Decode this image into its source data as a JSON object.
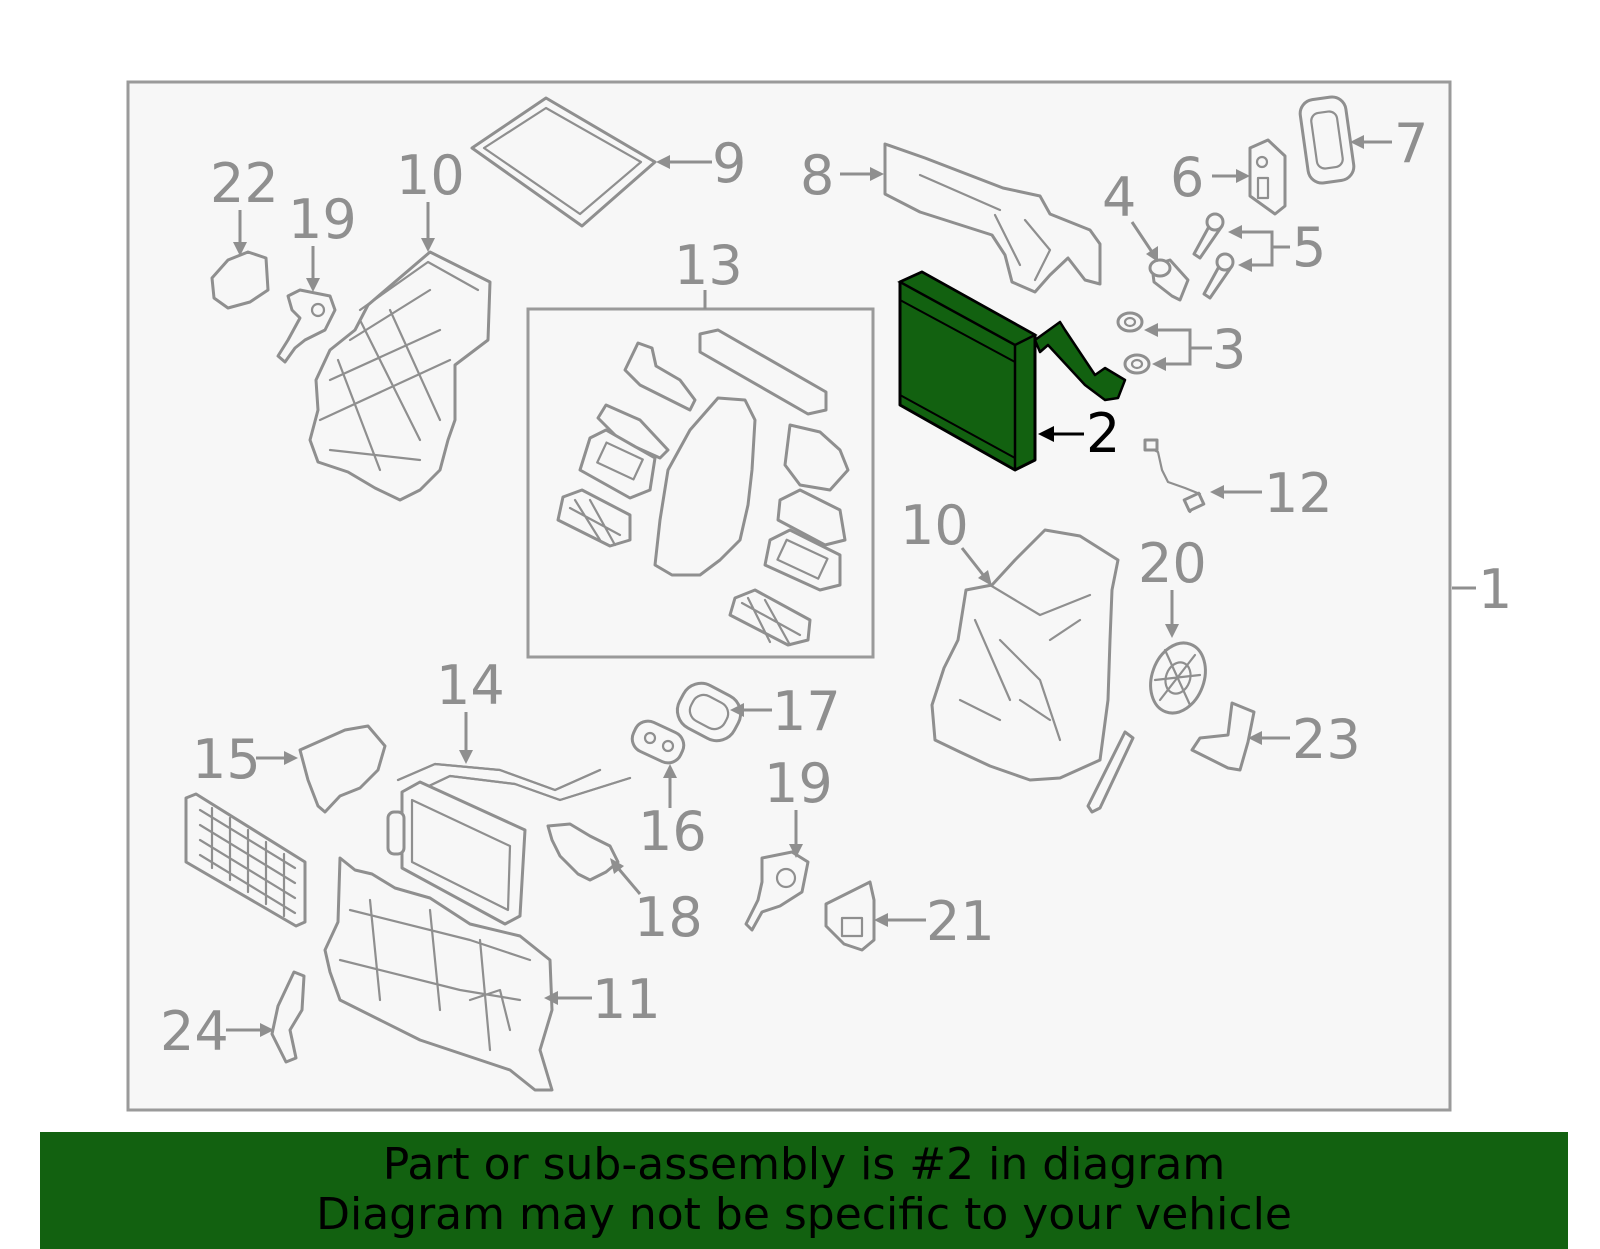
{
  "diagram": {
    "highlight_part": "2",
    "colors": {
      "highlight": "#126110",
      "line": "#8f8f8f",
      "frame_fill": "#f7f7f7"
    },
    "callouts": {
      "c1": "1",
      "c2": "2",
      "c3": "3",
      "c4": "4",
      "c5": "5",
      "c6": "6",
      "c7": "7",
      "c8": "8",
      "c9": "9",
      "c10a": "10",
      "c10b": "10",
      "c11": "11",
      "c12": "12",
      "c13": "13",
      "c14": "14",
      "c15": "15",
      "c16": "16",
      "c17": "17",
      "c18": "18",
      "c19a": "19",
      "c19b": "19",
      "c20": "20",
      "c21": "21",
      "c22": "22",
      "c23": "23",
      "c24": "24"
    }
  },
  "footer": {
    "line1": "Part or sub-assembly is #2 in diagram",
    "line2": "Diagram may not be specific to your vehicle"
  }
}
